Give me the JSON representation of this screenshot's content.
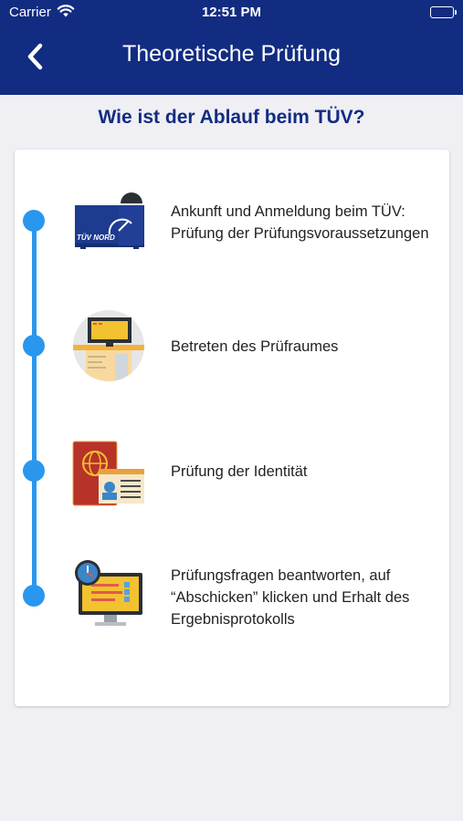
{
  "status_bar": {
    "carrier": "Carrier",
    "time": "12:51 PM"
  },
  "navbar": {
    "title": "Theoretische Prüfung",
    "back_icon": "chevron-left-icon"
  },
  "heading": "Wie ist der Ablauf beim TÜV?",
  "steps": [
    {
      "text": "Ankunft und Anmeldung beim TÜV: Prüfung der Prüfungsvoraussetzungen",
      "icon": "tuv-nord-counter-icon",
      "badge": "TÜV NORD"
    },
    {
      "text": "Betreten des Prüfraumes",
      "icon": "exam-room-desk-icon"
    },
    {
      "text": "Prüfung der Identität",
      "icon": "passport-id-card-icon"
    },
    {
      "text": "Prüfungsfragen beantworten, auf “Abschicken” klicken und Erhalt des Ergebnisprotokolls",
      "icon": "computer-test-clock-icon"
    }
  ],
  "colors": {
    "nav_bg": "#122c82",
    "accent": "#2a97ee",
    "page_bg": "#efeff4"
  }
}
